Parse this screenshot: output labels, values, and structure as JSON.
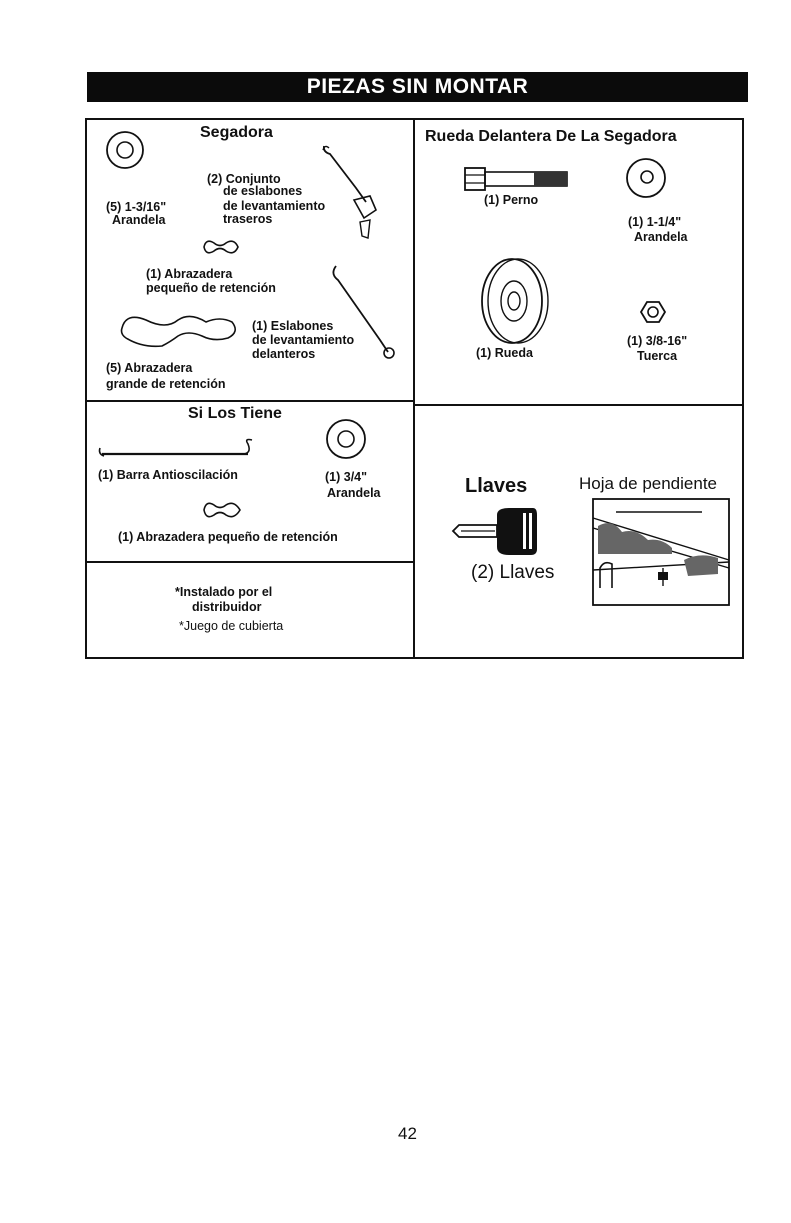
{
  "page_title": "PIEZAS SIN MONTAR",
  "segadora": {
    "heading": "Segadora",
    "washer_qty": "(5) 1-3/16\"",
    "washer_name": "Arandela",
    "rear_links": [
      "(2) Conjunto",
      "de eslabones",
      "de levantamiento",
      "traseros"
    ],
    "small_clip": [
      "(1) Abrazadera",
      "pequeño de retención"
    ],
    "front_links": [
      "(1) Eslabones",
      "de levantamiento",
      "delanteros"
    ],
    "large_clip": [
      "(5) Abrazadera",
      "grande de retención"
    ]
  },
  "rueda": {
    "heading": "Rueda Delantera De La Segadora",
    "bolt": "(1) Perno",
    "washer_qty": "(1) 1-1/4\"",
    "washer_name": "Arandela",
    "wheel": "(1) Rueda",
    "nut_qty": "(1) 3/8-16\"",
    "nut_name": "Tuerca"
  },
  "si_los_tiene": {
    "heading": "Si Los Tiene",
    "bar": "(1) Barra Antioscilación",
    "washer_qty": "(1) 3/4\"",
    "washer_name": "Arandela",
    "clip": "(1) Abrazadera pequeño de retención"
  },
  "distribuidor": {
    "line1": "*Instalado por el",
    "line2": "distribuidor",
    "line3": "*Juego de cubierta"
  },
  "llaves": {
    "heading": "Llaves",
    "label": "(2) Llaves"
  },
  "pendiente": {
    "heading": "Hoja de pendiente"
  },
  "page_number": "42"
}
